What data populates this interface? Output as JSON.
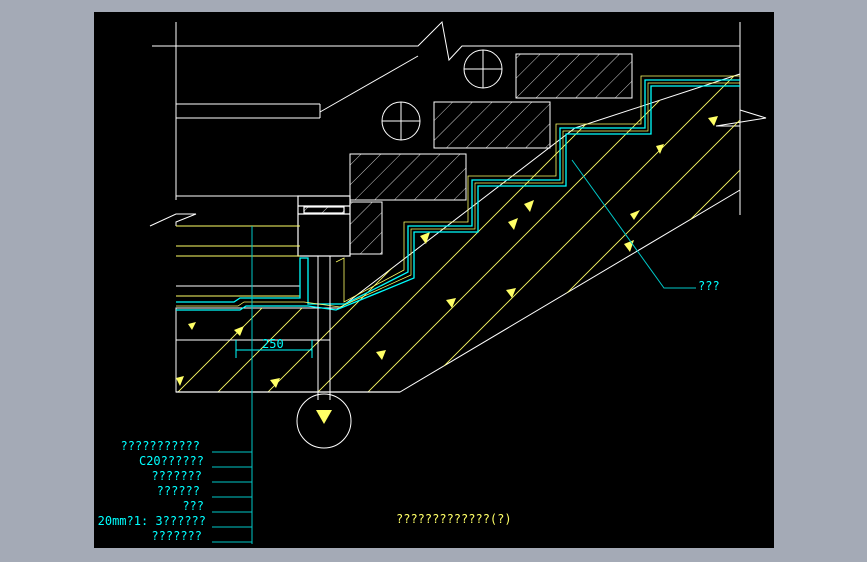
{
  "colors": {
    "background": "#a4aab6",
    "canvas": "#000000",
    "lines": "#ffffff",
    "aggregate": "#ffff66",
    "membrane": "#00ffff",
    "leader": "#00c8c8",
    "text": "#00ffff",
    "title_text": "#ffff66"
  },
  "drawing": {
    "leader_label": "???",
    "dimension_label": "250",
    "title": "?????????????(?)",
    "elevation_marker_icon": "triangle-down-icon",
    "legend": [
      "???????????",
      "C20??????",
      "???????",
      "??????",
      "???",
      "20mm?1: 3??????",
      "???????"
    ]
  }
}
